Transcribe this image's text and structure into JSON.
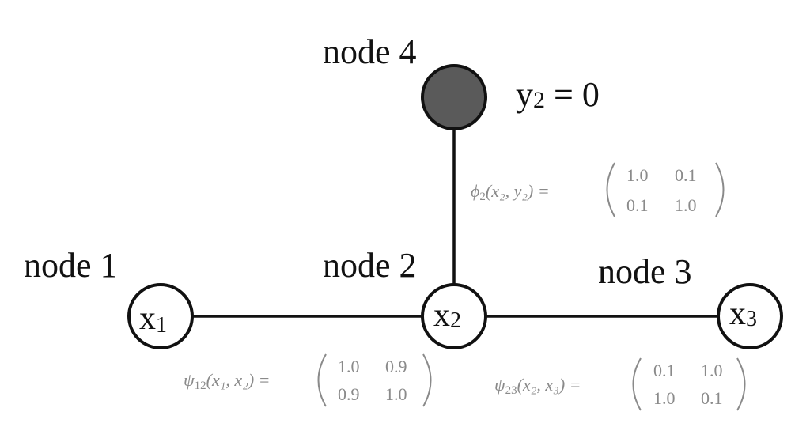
{
  "nodes": {
    "node1": {
      "label": "node 1",
      "var": "x",
      "sub": "1"
    },
    "node2": {
      "label": "node 2",
      "var": "x",
      "sub": "2"
    },
    "node3": {
      "label": "node 3",
      "var": "x",
      "sub": "3"
    },
    "node4": {
      "label": "node 4",
      "observed": true,
      "fill": "#5a5a5a"
    }
  },
  "observation": {
    "var": "y",
    "sub": "2",
    "rest": " = 0"
  },
  "potentials": {
    "phi": {
      "fn": "ϕ",
      "sub": "2",
      "args": "(x₂, y₂) =",
      "matrix": [
        [
          "1.0",
          "0.1"
        ],
        [
          "0.1",
          "1.0"
        ]
      ]
    },
    "psi12": {
      "fn": "ψ",
      "sub": "12",
      "args": "(x₁, x₂) =",
      "matrix": [
        [
          "1.0",
          "0.9"
        ],
        [
          "0.9",
          "1.0"
        ]
      ]
    },
    "psi23": {
      "fn": "ψ",
      "sub": "23",
      "args": "(x₂, x₃) =",
      "matrix": [
        [
          "0.1",
          "1.0"
        ],
        [
          "1.0",
          "0.1"
        ]
      ]
    }
  },
  "colors": {
    "line": "#111111",
    "observed_node": "#5a5a5a",
    "potential_text": "#8a8a8a"
  }
}
